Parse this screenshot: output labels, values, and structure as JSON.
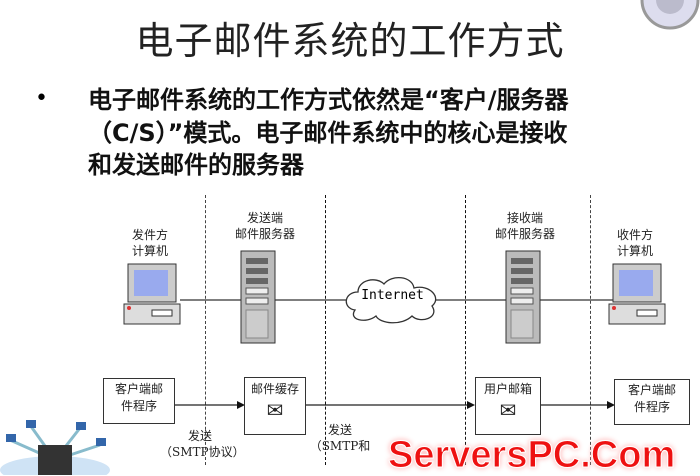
{
  "title": "电子邮件系统的工作方式",
  "bullet": {
    "marker": "•",
    "lines": [
      "电子邮件系统的工作方式依然是“客户/服务器",
      "（C/S）”模式。电子邮件系统中的核心是接收",
      "和发送邮件的服务器"
    ]
  },
  "diagram": {
    "sender_pc": [
      "发件方",
      "计算机"
    ],
    "send_server": [
      "发送端",
      "邮件服务器"
    ],
    "cloud": "Internet",
    "recv_server": [
      "接收端",
      "邮件服务器"
    ],
    "recv_pc": [
      "收件方",
      "计算机"
    ],
    "box_client_left": [
      "客户端邮",
      "件程序"
    ],
    "box_cache": "邮件缓存",
    "box_mailbox": "用户邮箱",
    "box_client_right": [
      "客户端邮",
      "件程序"
    ],
    "send_label": [
      "发送",
      "（SMTP协议）"
    ],
    "transfer_label": [
      "发送",
      "（SMTP和"
    ]
  },
  "watermark": "ServersPC.Com"
}
